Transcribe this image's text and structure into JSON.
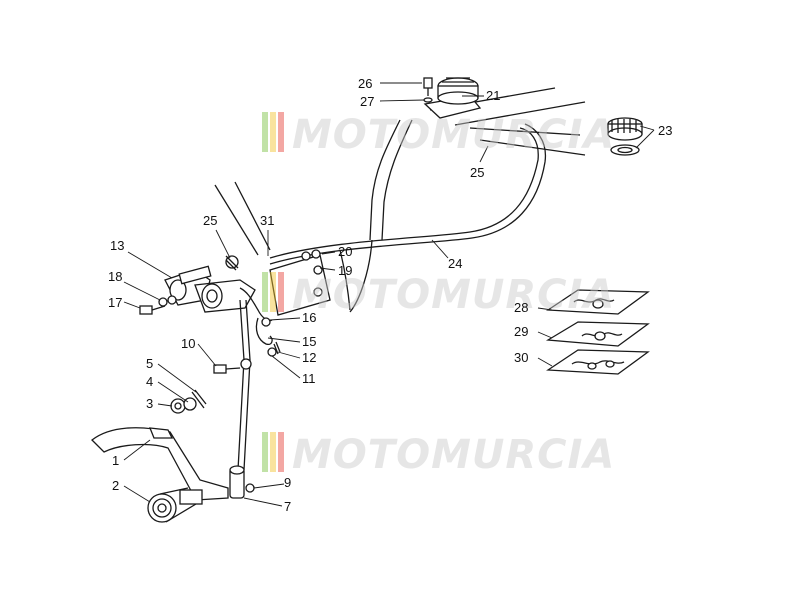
{
  "watermark": {
    "text": "MOTOMURCIA"
  },
  "callouts": {
    "n1": "1",
    "n2": "2",
    "n3": "3",
    "n4": "4",
    "n5": "5",
    "n7": "7",
    "n9": "9",
    "n10": "10",
    "n11": "11",
    "n12": "12",
    "n13": "13",
    "n15": "15",
    "n16": "16",
    "n17": "17",
    "n18": "18",
    "n19": "19",
    "n20": "20",
    "n21": "21",
    "n23": "23",
    "n24": "24",
    "n25a": "25",
    "n25b": "25",
    "n26": "26",
    "n27": "27",
    "n28": "28",
    "n29": "29",
    "n30": "30",
    "n31": "31"
  },
  "colors": {
    "line": "#1a1a1a",
    "watermark_grey": "#c9c9c9",
    "flag_green": "#7ac143",
    "flag_yellow": "#f2c230",
    "flag_red": "#e5413b"
  }
}
